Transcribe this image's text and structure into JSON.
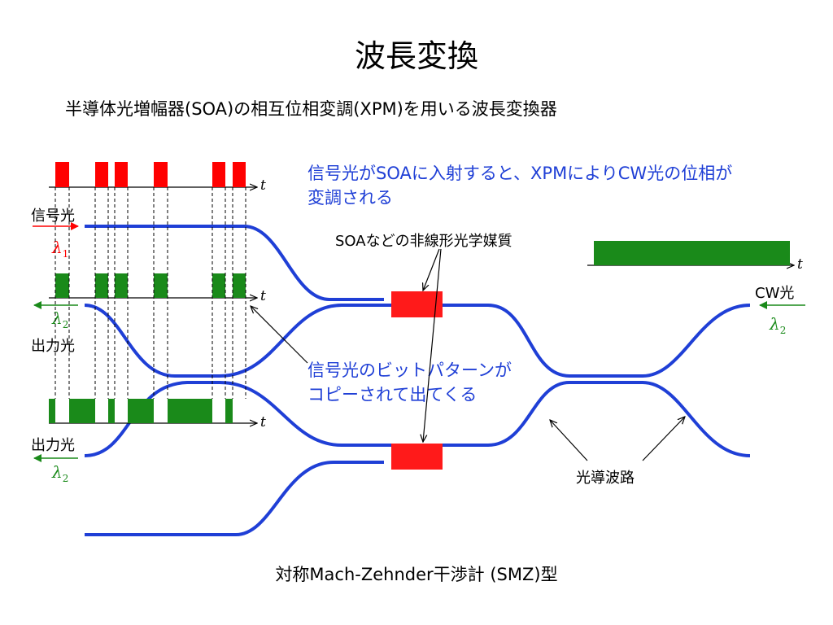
{
  "title": "波長変換",
  "subtitle": "半導体光増幅器(SOA)の相互位相変調(XPM)を用いる波長変換器",
  "callout_xpm": [
    "信号光がSOAに入射すると、XPMによりCW光の位相が",
    "変調される"
  ],
  "label_soa_material": "SOAなどの非線形光学媒質",
  "callout_copy": [
    "信号光のビットパターンが",
    "コピーされて出てくる"
  ],
  "label_signal": "信号光",
  "label_output_1": "出力光",
  "label_output_2": "出力光",
  "label_cw": "CW光",
  "label_waveguide": "光導波路",
  "footer": "対称Mach-Zehnder干渉計 (SMZ)型",
  "time_axis_symbol": "t",
  "lambda_symbol": "λ",
  "lambda_1_sub": "1",
  "lambda_2_sub": "2",
  "colors": {
    "signal_pulse": "#ff0000",
    "output_pulse": "#1a8a1a",
    "waveguide": "#1f3fd6",
    "soa": "#ff1a1a",
    "callout_text": "#1f3fd6"
  }
}
